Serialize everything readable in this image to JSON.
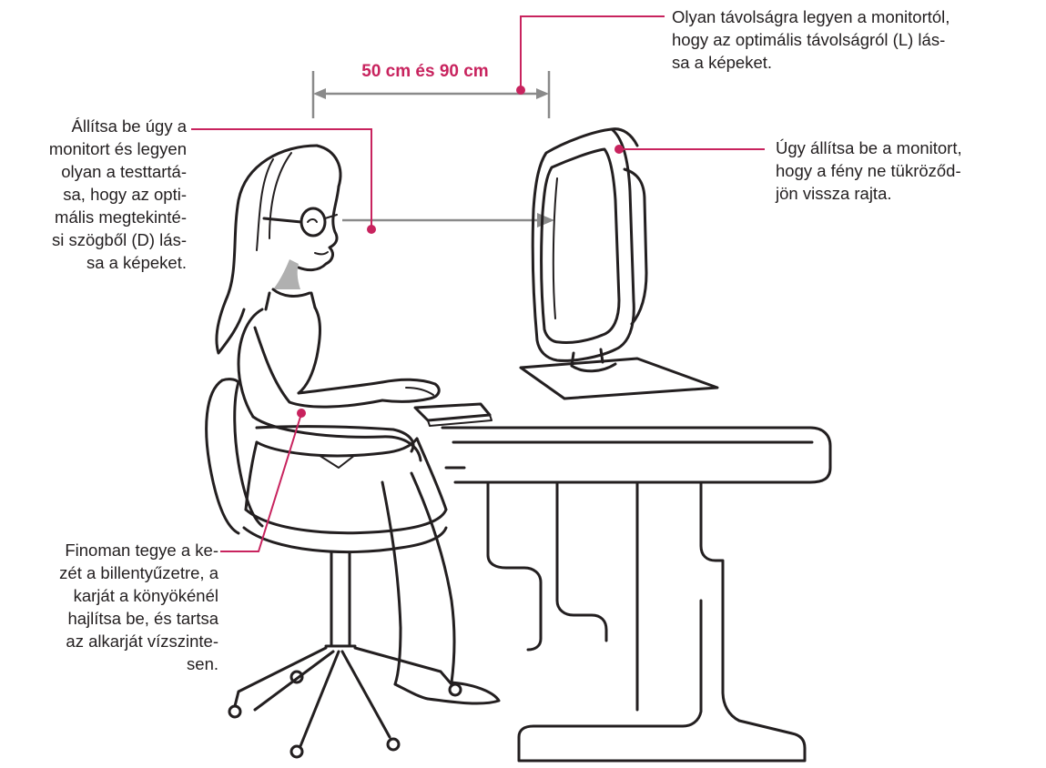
{
  "distance": {
    "label": "50 cm és 90 cm"
  },
  "annotations": {
    "viewing_distance": "Olyan távolságra legyen a monitortól,\nhogy az optimális távolságról (L) lás-\nsa a képeket.",
    "viewing_angle": "Állítsa be úgy a\nmonitort és legyen\nolyan a testtartá-\nsa, hogy az opti-\nmális megtekinté-\nsi szögből (D) lás-\nsa a képeket.",
    "glare": "Úgy állítsa be a monitort,\nhogy a fény ne tükröződ-\njön vissza rajta.",
    "keyboard": "Finoman tegye a ke-\nzét a billentyűzetre, a\nkarját a könyökénél\nhajlítsa be, és tartsa\naz alkarját vízszinte-\nsen."
  },
  "colors": {
    "accent": "#c8235e",
    "measure": "#8a8a8a",
    "ink": "#231f20"
  }
}
